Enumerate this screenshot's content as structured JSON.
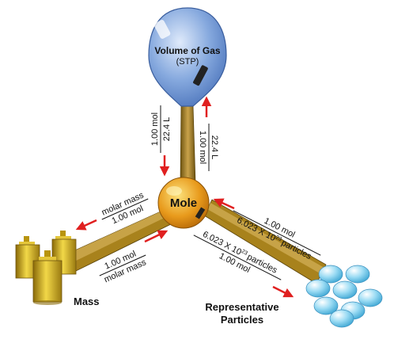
{
  "center": {
    "label": "Mole"
  },
  "gas": {
    "title": "Volume of Gas",
    "subtitle": "(STP)"
  },
  "mass": {
    "label": "Mass"
  },
  "particles": {
    "label_line1": "Representative",
    "label_line2": "Particles"
  },
  "factors": {
    "mole_to_gas": {
      "numerator": "22.4 L",
      "denominator": "1.00 mol"
    },
    "gas_to_mole": {
      "numerator": "1.00 mol",
      "denominator": "22.4 L"
    },
    "mass_to_mole": {
      "numerator": "molar mass",
      "denominator": "1.00 mol"
    },
    "mole_to_mass": {
      "numerator": "1.00 mol",
      "denominator": "molar mass"
    },
    "particles_to_mole": {
      "numerator": "1.00 mol",
      "denominator_base": "6.023 X 10",
      "denominator_exp": "23",
      "denominator_unit": "particles"
    },
    "mole_to_particles": {
      "numerator_base": "6.023 X 10",
      "numerator_exp": "23",
      "numerator_unit": "particles",
      "denominator": "1.00 mol"
    }
  },
  "colors": {
    "arrow": "#e02020",
    "stick": "#a8821c",
    "mole": "#e49a1c",
    "balloon": "#6f9ad8",
    "weight": "#d8b414",
    "particle": "#8fd4f0"
  }
}
